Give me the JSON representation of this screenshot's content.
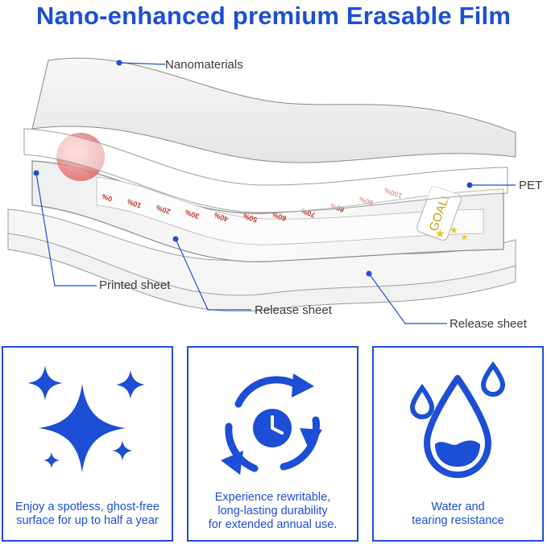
{
  "title": "Nano-enhanced premium Erasable Film",
  "colors": {
    "accent": "#1c4fd6",
    "label_text": "#3a3a3a",
    "ruler_marks": "#c0392b"
  },
  "diagram": {
    "labels": {
      "nanomaterials": "Nanomaterials",
      "pet": "PET",
      "printed_sheet": "Printed sheet",
      "release_sheet_1": "Release sheet",
      "release_sheet_2": "Release sheet"
    },
    "ruler_marks": [
      "0%",
      "10%",
      "20%",
      "30%",
      "40%",
      "50%",
      "60%",
      "70%",
      "80%",
      "90%",
      "100%"
    ],
    "badge_text": "GOAL!"
  },
  "features": [
    {
      "icon": "sparkle-icon",
      "lines": [
        "Enjoy a spotless, ghost-free",
        "surface for up to half a year"
      ]
    },
    {
      "icon": "recycle-clock-icon",
      "lines": [
        "Experience rewritable,",
        "long-lasting durability",
        "for extended annual use."
      ]
    },
    {
      "icon": "water-drops-icon",
      "lines": [
        "Water and",
        "tearing resistance"
      ]
    }
  ]
}
